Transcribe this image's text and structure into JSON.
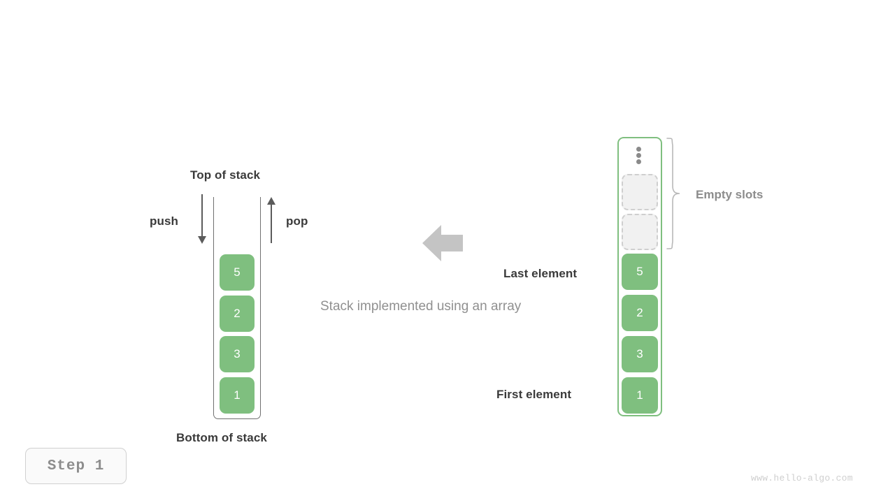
{
  "diagram": {
    "caption": "Stack implemented using an array",
    "step_badge": "Step 1",
    "watermark": "www.hello-algo.com",
    "colors": {
      "cell_fill": "#7fbf7f",
      "cell_text": "#ffffff",
      "array_border": "#7fbf7f",
      "empty_slot_fill": "#f1f1f1",
      "empty_slot_border": "#cfcfcf",
      "label_dark": "#3a3a3a",
      "label_gray": "#8c8c8c",
      "caption_gray": "#909090",
      "arrow_dark": "#5b5b5b",
      "big_arrow": "#c4c4c4",
      "container_border": "#707070",
      "watermark": "#cfcfcf"
    }
  },
  "left_stack": {
    "top_label": "Top of stack",
    "bottom_label": "Bottom of stack",
    "push_label": "push",
    "pop_label": "pop",
    "cells": [
      {
        "value": "5"
      },
      {
        "value": "2"
      },
      {
        "value": "3"
      },
      {
        "value": "1"
      }
    ]
  },
  "right_array": {
    "empty_slots_label": "Empty slots",
    "last_element_label": "Last element",
    "first_element_label": "First element",
    "ellipsis": "vertical-ellipsis",
    "empty_slot_count": 2,
    "cells": [
      {
        "value": "5"
      },
      {
        "value": "2"
      },
      {
        "value": "3"
      },
      {
        "value": "1"
      }
    ]
  }
}
